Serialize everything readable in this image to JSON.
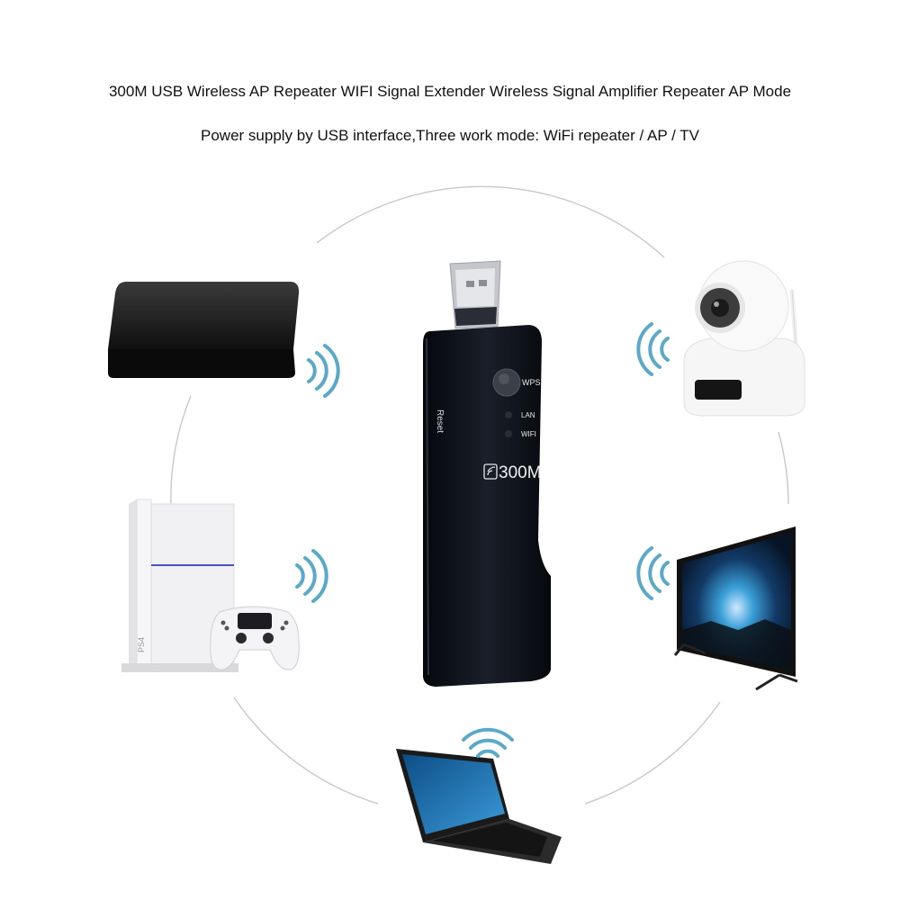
{
  "headline": "300M USB Wireless AP Repeater WIFI Signal Extender Wireless Signal Amplifier Repeater AP Mode",
  "subheadline": "Power supply by USB interface,Three work mode: WiFi repeater / AP / TV",
  "device": {
    "wps_label": "WPS",
    "lan_label": "LAN",
    "wifi_label": "WIFI",
    "reset_label": "Reset",
    "model_label": "300M",
    "console_label": "PS4"
  },
  "colors": {
    "wifi_waves": "#5aa9c9",
    "device_body": "#0c0f16",
    "circle": "#c8c8c8"
  },
  "icons": [
    "set-top-box",
    "ip-camera",
    "game-console",
    "gamepad",
    "smart-tv",
    "laptop",
    "wifi-signal"
  ]
}
